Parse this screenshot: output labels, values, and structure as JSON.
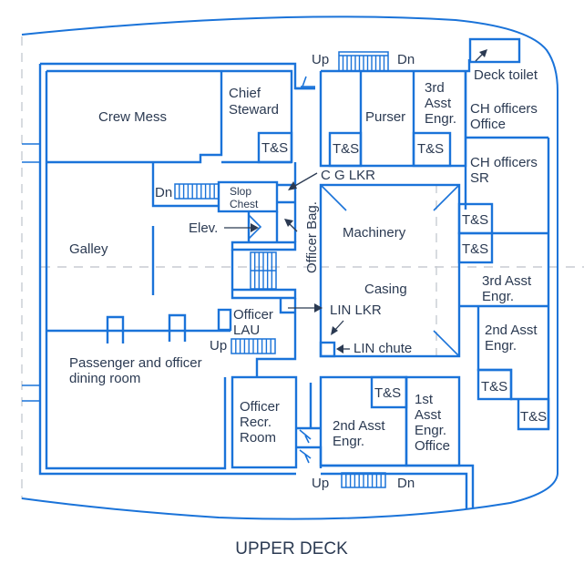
{
  "title": "UPPER DECK",
  "colors": {
    "wall": "#1a73d9",
    "text": "#2b3a52",
    "guide": "#c8ccd2"
  },
  "rooms": {
    "crew_mess": [
      "Crew Mess"
    ],
    "chief_steward": [
      "Chief",
      "Steward"
    ],
    "galley": [
      "Galley"
    ],
    "dining": [
      "Passenger and officer",
      "dining room"
    ],
    "slop_chest": [
      "Slop",
      "Chest"
    ],
    "purser": [
      "Purser"
    ],
    "third_asst_engr_top": [
      "3rd",
      "Asst",
      "Engr."
    ],
    "ch_officers_office": [
      "CH officers",
      "Office"
    ],
    "ch_officers_sr": [
      "CH officers",
      "SR"
    ],
    "deck_toilet": [
      "Deck toilet"
    ],
    "machinery": [
      "Machinery"
    ],
    "casing": [
      "Casing"
    ],
    "third_asst_engr_right": [
      "3rd Asst",
      "Engr."
    ],
    "second_asst_engr_right": [
      "2nd Asst",
      "Engr."
    ],
    "officer_lau": [
      "Officer",
      "LAU"
    ],
    "officer_recr": [
      "Officer",
      "Recr.",
      "Room"
    ],
    "second_asst_engr_bottom": [
      "2nd Asst",
      "Engr."
    ],
    "first_asst_engr_office": [
      "1st",
      "Asst",
      "Engr.",
      "Office"
    ],
    "officer_bag": "Officer Bag."
  },
  "ts_label": "T&S",
  "callouts": {
    "cg_lkr": "C G LKR",
    "elev": "Elev.",
    "lin_lkr": "LIN LKR",
    "lin_chute": "LIN chute"
  },
  "stairs": {
    "top_up": "Up",
    "top_dn": "Dn",
    "galley_dn": "Dn",
    "lau_up": "Up",
    "bottom_up": "Up",
    "bottom_dn": "Dn"
  }
}
